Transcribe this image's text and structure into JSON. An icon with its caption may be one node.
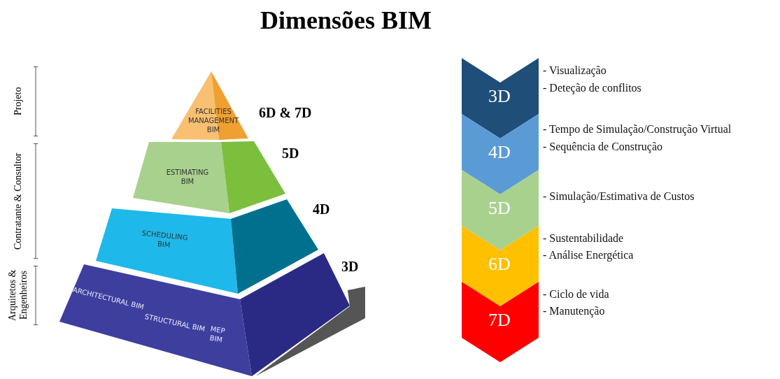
{
  "diagram": {
    "title": "Dimensões BIM",
    "nodes": [
      {
        "text": [
          "FACILITIES MANAGEMENT BIM"
        ],
        "beside": [
          "6D & 7D"
        ]
      },
      {
        "text": [
          "ESTIMATING BIM"
        ],
        "beside": [
          "5D"
        ]
      },
      {
        "text": [
          "SCHEDULING BIM"
        ],
        "beside": [
          "4D"
        ]
      },
      {
        "text": [
          "ARCHITECTURAL BIM",
          "STRUCTURAL BIM",
          "MEP BIM"
        ],
        "beside": [
          "3D"
        ]
      },
      {
        "text": [
          "3D"
        ],
        "beside": [
          "- Visualização",
          "- Deteção de conflitos"
        ]
      },
      {
        "text": [
          "4D"
        ],
        "beside": [
          "- Tempo de Simulação/Construção Virtual",
          "- Sequência de Construção"
        ]
      },
      {
        "text": [
          "5D"
        ],
        "beside": [
          "- Simulação/Estimativa de Custos"
        ]
      },
      {
        "text": [
          "6D"
        ],
        "beside": [
          "- Sustentabilidade",
          "- Análise Energética"
        ]
      },
      {
        "text": [
          "7D"
        ],
        "beside": [
          "- Ciclo de vida",
          "- Manutenção"
        ]
      }
    ],
    "edges": [],
    "labels": [
      "Projeto",
      "Contratante & Consultor",
      "Arquitetos & Engenheiros"
    ]
  }
}
